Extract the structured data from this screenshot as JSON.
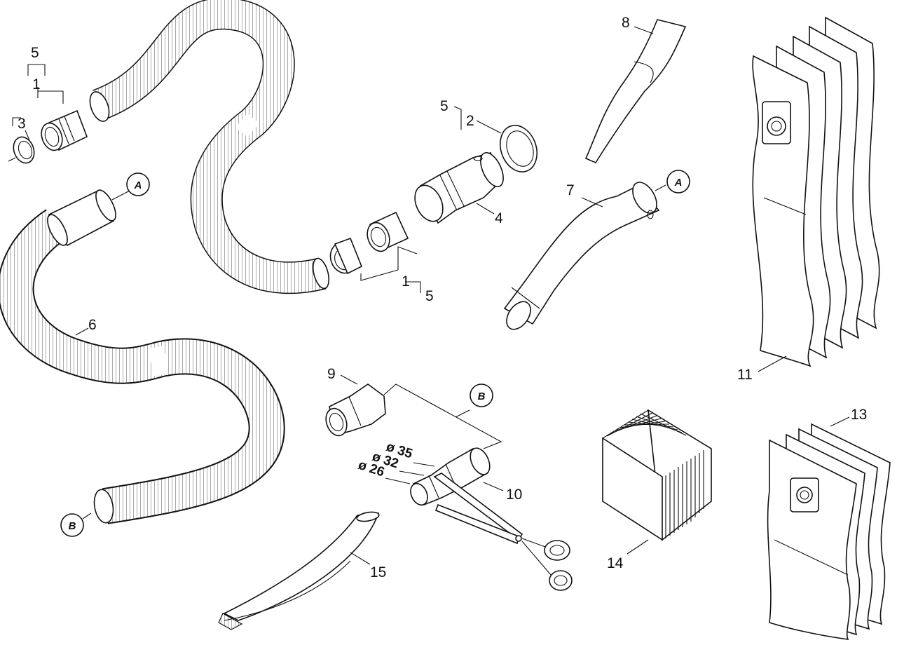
{
  "labels": {
    "l1a": "1",
    "l1b": "1",
    "l2": "2",
    "l3": "3",
    "l4": "4",
    "l5a": "5",
    "l5b": "5",
    "l5c": "5",
    "l6": "6",
    "l7": "7",
    "l8": "8",
    "l9": "9",
    "l10": "10",
    "l11": "11",
    "l13": "13",
    "l14": "14",
    "l15": "15"
  },
  "connectors": {
    "a1": "A",
    "a2": "A",
    "b1": "B",
    "b2": "B"
  },
  "diameters": {
    "d35": "ø 35",
    "d32": "ø 32",
    "d26": "ø 26"
  },
  "colors": {
    "line": "#111111",
    "fill": "#ffffff"
  }
}
